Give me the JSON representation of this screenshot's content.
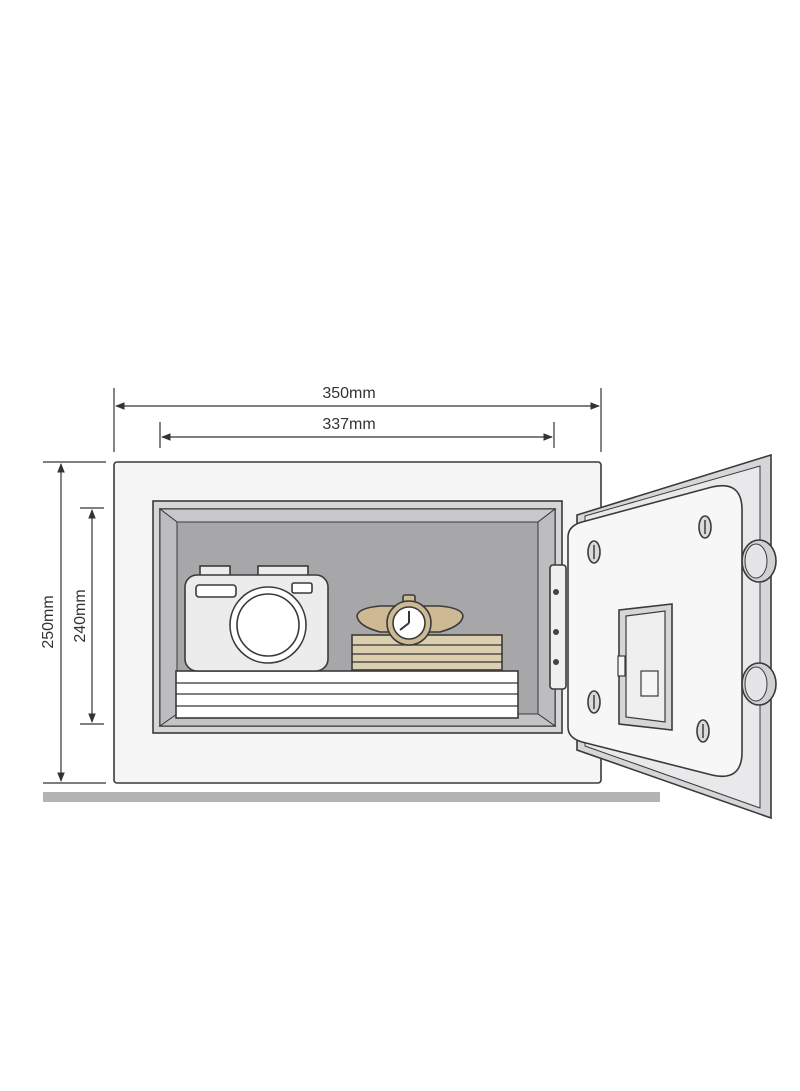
{
  "dimensions": {
    "outer_width": "350mm",
    "inner_width": "337mm",
    "outer_height": "250mm",
    "inner_height": "240mm"
  },
  "colors": {
    "line": "#333333",
    "safe_body": "#f5f5f5",
    "interior": "#a7a7a9",
    "floor": "#b3b3b3",
    "door_frame": "#d6d6d8",
    "watch": "#cdb993",
    "box": "#dccfb0",
    "camera": "#ececec"
  },
  "icons": [
    "camera-icon",
    "wristwatch-icon",
    "keypad-icon",
    "hinge-icon"
  ]
}
